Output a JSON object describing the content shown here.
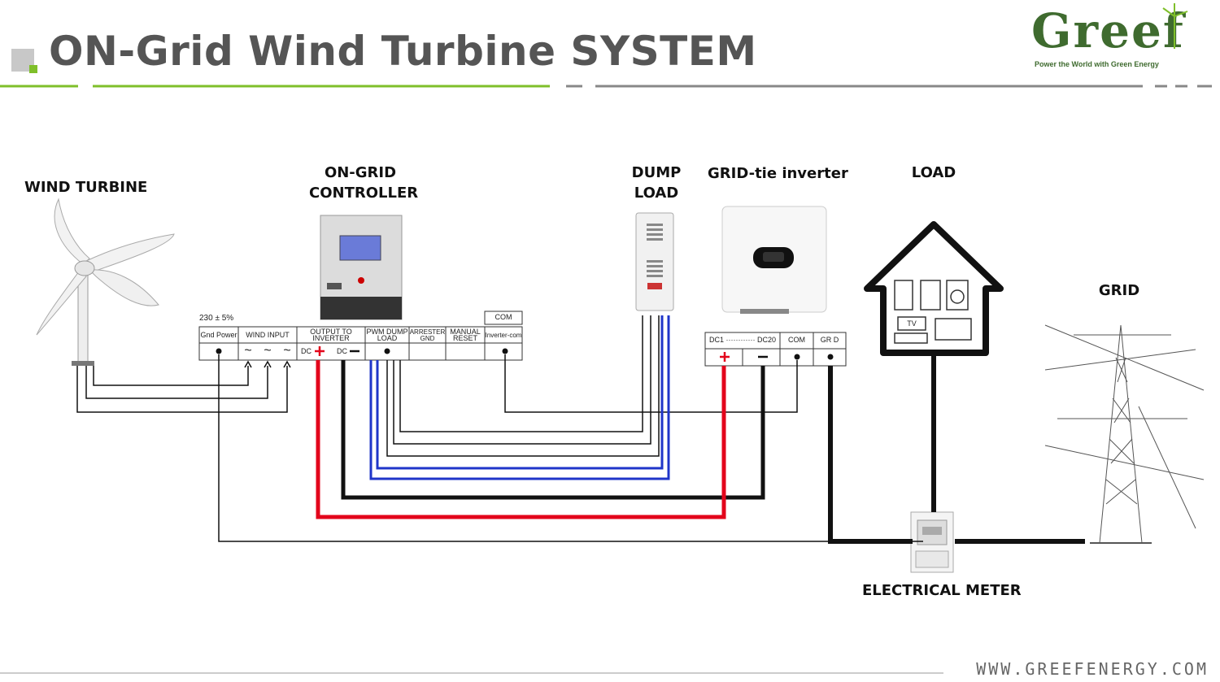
{
  "title": "ON-Grid Wind Turbine SYSTEM",
  "logo": {
    "name": "Greef",
    "tagline": "Power the World with Green Energy"
  },
  "labels": {
    "wind_turbine": "WIND TURBINE",
    "controller_l1": "ON-GRID",
    "controller_l2": "CONTROLLER",
    "dump_l1": "DUMP",
    "dump_l2": "LOAD",
    "inverter": "GRID-tie inverter",
    "load": "LOAD",
    "grid": "GRID",
    "meter": "ELECTRICAL METER"
  },
  "controller_terminals": {
    "voltage": "230 ± 5%",
    "com": "COM",
    "gnd_power": "Gnd Power",
    "wind_input": "WIND INPUT",
    "ac_symbol": "~",
    "output_l1": "OUTPUT TO",
    "output_l2": "INVERTER",
    "dc_plus": "DC",
    "dc_minus": "DC",
    "pwm_l1": "PWM DUMP",
    "pwm_l2": "LOAD",
    "arrester_l1": "ARRESTER",
    "arrester_l2": "GND",
    "manual_l1": "MANUAL",
    "manual_l2": "RESET",
    "inverter_com": "Inverter-com"
  },
  "inverter_terminals": {
    "dc_range": "DC1 ············ DC20",
    "com": "COM",
    "grid": "GR D"
  },
  "house_appliances": {
    "tv": "TV"
  },
  "website": "WWW.GREEFENERGY.COM",
  "colors": {
    "accent_green": "#7fbf2a",
    "wire_red": "#e3051b",
    "wire_blue": "#1f35c9",
    "wire_black": "#111111",
    "title_gray": "#555555"
  }
}
